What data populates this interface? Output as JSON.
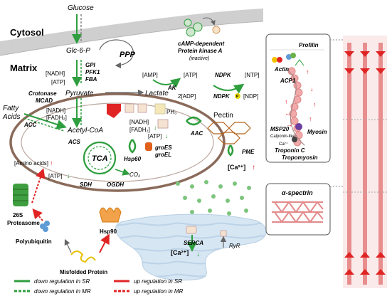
{
  "compartments": {
    "cytosol": "Cytosol",
    "matrix": "Matrix"
  },
  "glycolysis": {
    "glucose": "Glucose",
    "glc6p": "Glc-6-P",
    "ppp": "PPP",
    "nadh": "[NADH]",
    "atp": "[ATP]",
    "enzymes": [
      "GPI",
      "PFK1",
      "FBA"
    ],
    "pyruvate": "Pyruvate",
    "lactate": "Lactate",
    "crotonase": "Crotonase",
    "mcad": "MCAD",
    "fatty_acids": [
      "Fatty",
      "Acids"
    ],
    "acc": "ACC",
    "nadh_fadh": [
      "[NADH]",
      "[FADH₂]"
    ],
    "acetyl_coa": "Acetyl-CoA",
    "acs": "ACS"
  },
  "mito": {
    "tca": "TCA",
    "sdh": "SDH",
    "ogdh": "OGDH",
    "co2": "CO₂",
    "amino_acids": "[Amino acids]",
    "atp": "[ATP]",
    "nadh": "[NADH]",
    "fadh2": "[FADH₂]",
    "ph3": "PH₃",
    "atp2": "[ATP]",
    "hsp60": "Hsp60",
    "groes": "groES",
    "groel": "groEL",
    "aac": "AAC"
  },
  "kinase": {
    "pka_title": "cAMP-dependent",
    "pka_title2": "Protein kinase A",
    "pka_state": "(inactive)",
    "amp": "[AMP]",
    "atp": "[ATP]",
    "ak": "AK",
    "adp": "2[ADP]",
    "ndpk": "NDPK",
    "ntp": "[NTP]",
    "ndp": "[NDP]",
    "p_label": "P"
  },
  "pectin": {
    "pectin": "Pectin",
    "pme": "PME",
    "ca_upper": "[Ca²⁺]"
  },
  "proteostasis": {
    "proteasome_num": "26S",
    "proteasome": "Proteasome",
    "polyubiquitin": "Polyubiquitin",
    "hsp90": "Hsp90",
    "misfolded": "Misfolded Protein"
  },
  "sr": {
    "serca": "SERCA",
    "ryr": "RyR",
    "ca_lower": "[Ca²⁺]"
  },
  "sarcomere": {
    "profilin": "Profilin",
    "actin": "Actin",
    "acp1": "ACP1",
    "msp20": "MSP20",
    "calponin": "Calponin-like",
    "ca": "Ca²⁺",
    "myosin": "Myosin",
    "troponin": "Troponin C",
    "tropomyosin": "Tropomyosin",
    "spectrin": "α-spectrin"
  },
  "legend": [
    {
      "label": "down regulation in SR",
      "color": "#2e9e3e",
      "style": "solid"
    },
    {
      "label": "up regulation in SR",
      "color": "#e02424",
      "style": "solid"
    },
    {
      "label": "down regulation in MR",
      "color": "#2e9e3e",
      "style": "dashed"
    },
    {
      "label": "up regulation in MR",
      "color": "#e02424",
      "style": "dashed"
    }
  ],
  "colors": {
    "down": "#2e9e3e",
    "up": "#e02424",
    "mito_outline": "#8a6a5a",
    "sr": "#cfe0ef"
  }
}
